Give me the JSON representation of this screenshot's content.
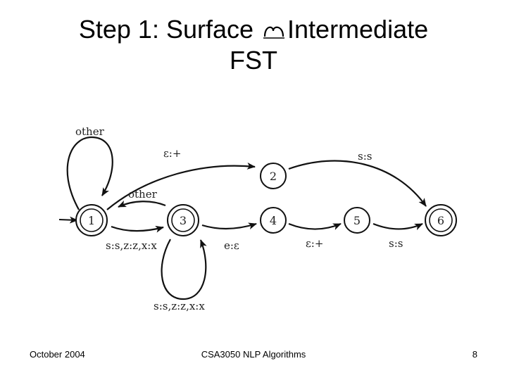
{
  "slide": {
    "title_line1_before": "Step 1: Surface ",
    "title_line1_after": "Intermediate",
    "title_line2": "FST",
    "title_arrow_icon": "right-arrow-icon"
  },
  "fst": {
    "states": [
      "1",
      "2",
      "3",
      "4",
      "5",
      "6"
    ],
    "start_state": "1",
    "accept_states": [
      "1",
      "3",
      "6"
    ],
    "transitions": [
      {
        "from": "1",
        "to": "1",
        "label": "other"
      },
      {
        "from": "1",
        "to": "2",
        "label": "ε:+"
      },
      {
        "from": "2",
        "to": "6",
        "label": "s:s"
      },
      {
        "from": "3",
        "to": "1",
        "label": "other"
      },
      {
        "from": "1",
        "to": "3",
        "label": "s:s,z:z,x:x"
      },
      {
        "from": "3",
        "to": "3",
        "label": "s:s,z:z,x:x"
      },
      {
        "from": "3",
        "to": "4",
        "label": "e:ε"
      },
      {
        "from": "4",
        "to": "5",
        "label": "ε:+"
      },
      {
        "from": "5",
        "to": "6",
        "label": "s:s"
      }
    ]
  },
  "footer": {
    "date": "October 2004",
    "course": "CSA3050 NLP Algorithms",
    "page": "8"
  }
}
